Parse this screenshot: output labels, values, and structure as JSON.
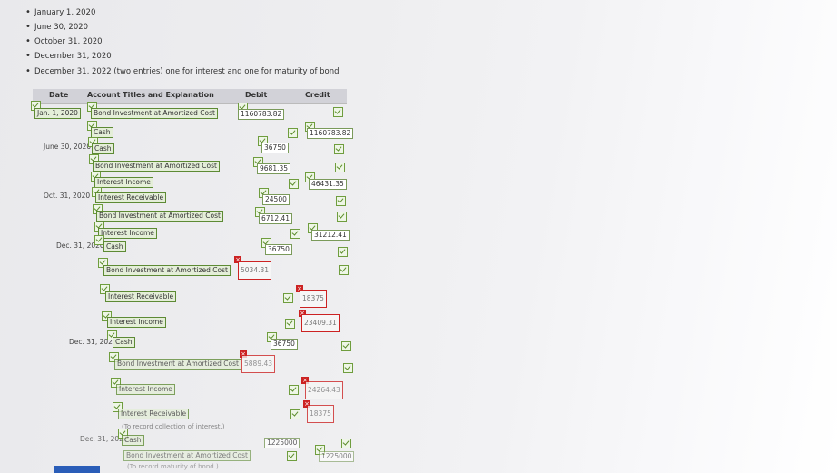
{
  "bullets": [
    "January 1, 2020",
    "June 30, 2020",
    "October 31, 2020",
    "December 31, 2020",
    "December 31, 2022 (two entries) one for interest and one for maturity of bond"
  ],
  "header": {
    "date": "Date",
    "account": "Account Titles and Explanation",
    "debit": "Debit",
    "credit": "Credit"
  },
  "rows": [
    {
      "date": "Jan. 1, 2020",
      "account": "Bond Investment at Amortized Cost",
      "debit": "1160783.82",
      "credit": ""
    },
    {
      "date": "",
      "account": "Cash",
      "debit": "",
      "credit": "1160783.82"
    },
    {
      "date": "June 30, 2020",
      "account": "Cash",
      "debit": "36750",
      "credit": ""
    },
    {
      "date": "",
      "account": "Bond Investment at Amortized Cost",
      "debit": "9681.35",
      "credit": ""
    },
    {
      "date": "",
      "account": "Interest Income",
      "debit": "",
      "credit": "46431.35"
    },
    {
      "date": "Oct. 31, 2020",
      "account": "Interest Receivable",
      "debit": "24500",
      "credit": ""
    },
    {
      "date": "",
      "account": "Bond Investment at Amortized Cost",
      "debit": "6712.41",
      "credit": ""
    },
    {
      "date": "",
      "account": "Interest Income",
      "debit": "",
      "credit": "31212.41"
    },
    {
      "date": "Dec. 31, 2020",
      "account": "Cash",
      "debit": "36750",
      "credit": ""
    },
    {
      "date": "",
      "account": "Bond Investment at Amortized Cost",
      "debit": "5034.31",
      "credit": ""
    },
    {
      "date": "",
      "account": "Interest Receivable",
      "debit": "",
      "credit": "18375"
    },
    {
      "date": "",
      "account": "Interest Income",
      "debit": "",
      "credit": "23409.31"
    },
    {
      "date": "Dec. 31, 2022",
      "account": "Cash",
      "debit": "36750",
      "credit": ""
    },
    {
      "date": "",
      "account": "Bond Investment at Amortized Cost",
      "debit": "5889.43",
      "credit": ""
    },
    {
      "date": "",
      "account": "Interest Income",
      "debit": "",
      "credit": "24264.43"
    },
    {
      "date": "",
      "account": "Interest Receivable",
      "debit": "",
      "credit": "18375"
    },
    {
      "date": "Dec. 31, 2022",
      "account": "Cash",
      "debit": "1225000",
      "credit": ""
    },
    {
      "date": "",
      "account": "Bond Investment at Amortized Cost",
      "debit": "",
      "credit": "1225000"
    }
  ],
  "notes": [
    "(To record collection of interest.)",
    "(To record maturity of bond.)"
  ]
}
